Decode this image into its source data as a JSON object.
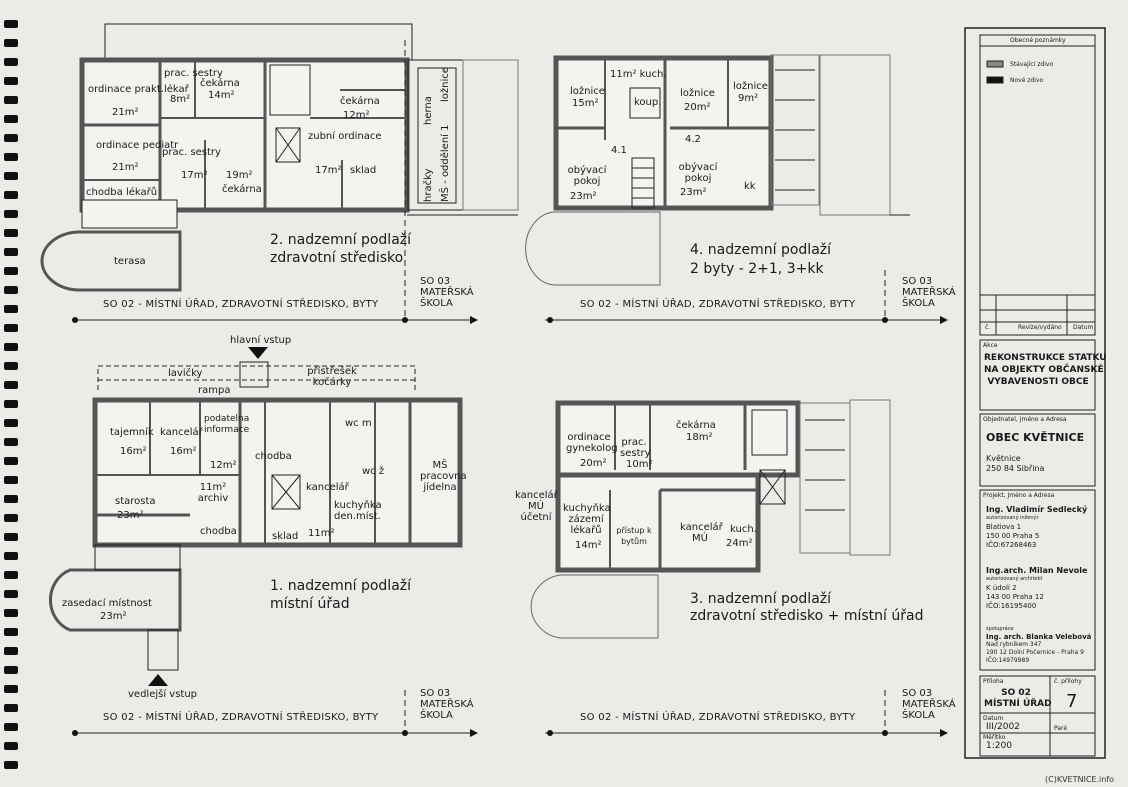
{
  "plans": {
    "p2": {
      "title1": "2. nadzemní podlaží",
      "title2": "zdravotní středisko",
      "rooms": [
        "ordinace prakt.lékař",
        "21m²",
        "prac. sestry",
        "8m²",
        "čekárna",
        "14m²",
        "čekárna",
        "12m²",
        "ordinace pediatr",
        "21m²",
        "prac. sestry",
        "17m²",
        "19m²",
        "čekárna",
        "zubní ordinace",
        "17m²",
        "sklad",
        "chodba lékařů",
        "terasa"
      ],
      "vert": [
        "hračky",
        "MŠ - oddělení 1",
        "herna",
        "ložnice"
      ]
    },
    "p4": {
      "title1": "4. nadzemní podlaží",
      "title2": "2 byty - 2+1, 3+kk",
      "rooms": [
        "ložnice",
        "15m²",
        "11m² kuch.",
        "koup.",
        "ložnice",
        "20m²",
        "ložnice",
        "9m²",
        "4.1",
        "4.2",
        "obývací pokoj",
        "23m²",
        "obývací pokoj",
        "23m²",
        "kk"
      ]
    },
    "p1": {
      "title1": "1. nadzemní podlaží",
      "title2": "místní úřad",
      "rooms": [
        "hlavní vstup",
        "lavičky",
        "rampa",
        "přístřešek kočárky",
        "tajemník",
        "16m²",
        "kancelář",
        "16m²",
        "podatelna informace",
        "12m²",
        "chodba",
        "wc m",
        "wc ž",
        "MŠ pracovna jídelna",
        "starosta",
        "23m²",
        "11m² archiv",
        "chodba",
        "kancelář",
        "sklad",
        "11m²",
        "kuchyňka den.míst.",
        "zasedací místnost",
        "23m²",
        "vedlejší vstup"
      ]
    },
    "p3": {
      "title1": "3. nadzemní podlaží",
      "title2": "zdravotní středisko + místní úřad",
      "rooms": [
        "ordinace gynekolog",
        "20m²",
        "prac. sestry",
        "10m²",
        "čekárna",
        "18m²",
        "kancelář MÚ účetní",
        "kuchyňka zázemí lékařů",
        "14m²",
        "přístup k bytům",
        "kancelář MÚ",
        "kuch.",
        "24m²"
      ]
    }
  },
  "axis_label": "SO 02 - MÍSTNÍ ÚŘAD, ZDRAVOTNÍ STŘEDISKO, BYTY",
  "ms_label": [
    "SO 03",
    "MATEŘSKÁ",
    "ŠKOLA"
  ],
  "title_block": {
    "notes_header": "Obecné poznámky",
    "legend": [
      "Stávající zdivo",
      "Nové zdivo"
    ],
    "revision": [
      "č.",
      "Revize/vydáno",
      "Datum"
    ],
    "action_label": "Akce",
    "project": [
      "REKONSTRUKCE STATKU",
      "NA OBJEKTY OBČANSKÉ",
      "VYBAVENOSTI OBCE"
    ],
    "client_label": "Objednatel, Jméno a Adresa",
    "client": "OBEC KVĚTNICE",
    "client_addr": [
      "Květnice",
      "250 84 Sibřina"
    ],
    "designer_label": "Projekt, Jméno a Adresa",
    "designer1": [
      "Ing. Vladimír Sedlecký",
      "autorizovaný inženýr",
      "Blatiova 1",
      "150 00 Praha 5",
      "IČO:67268463"
    ],
    "designer2": [
      "Ing.arch. Milan Nevole",
      "autorizovaný architekt",
      "K údolí 2",
      "143 00 Praha 12",
      "IČO:16195400"
    ],
    "designer3": [
      "spolupráce",
      "Ing. arch. Blanka Velebová",
      "Nad rybníkem 347",
      "190 12 Dolní Počernice - Praha 9",
      "IČO:14979989"
    ],
    "attachment_label": "Příloha",
    "attachment": [
      "SO 02",
      "MÍSTNÍ ÚŘAD"
    ],
    "attach_no_label": "č. přílohy",
    "attach_no": "7",
    "date_label": "Datum",
    "date": "III/2002",
    "scale_label": "Měřítko",
    "scale": "1:200",
    "part_label": "Paré"
  },
  "credit": "(C)KVETNICE.info"
}
